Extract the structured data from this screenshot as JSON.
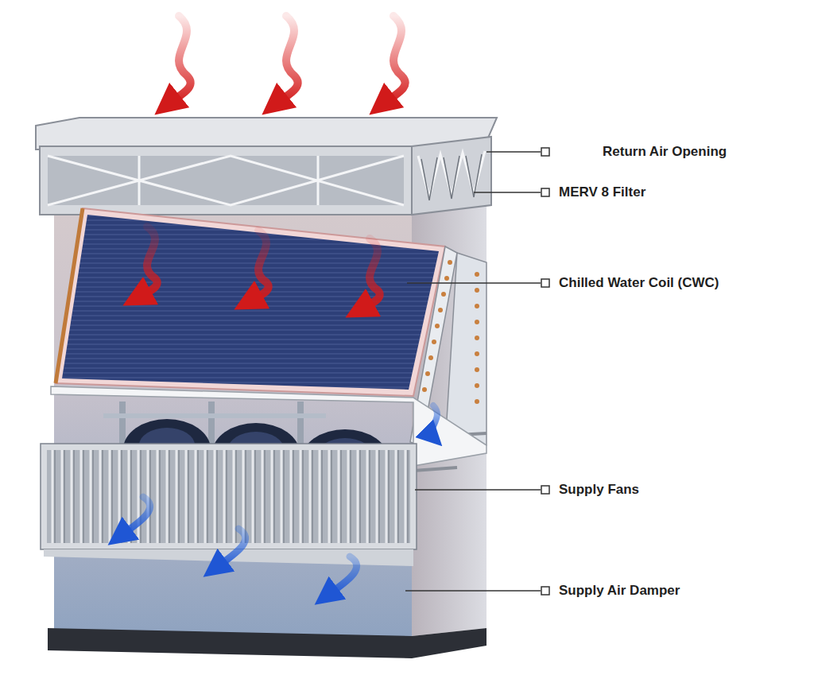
{
  "diagram": {
    "labels": [
      "Return Air Opening",
      "MERV 8 Filter",
      "Chilled Water Coil (CWC)",
      "Supply Fans",
      "Supply Air Damper"
    ]
  }
}
